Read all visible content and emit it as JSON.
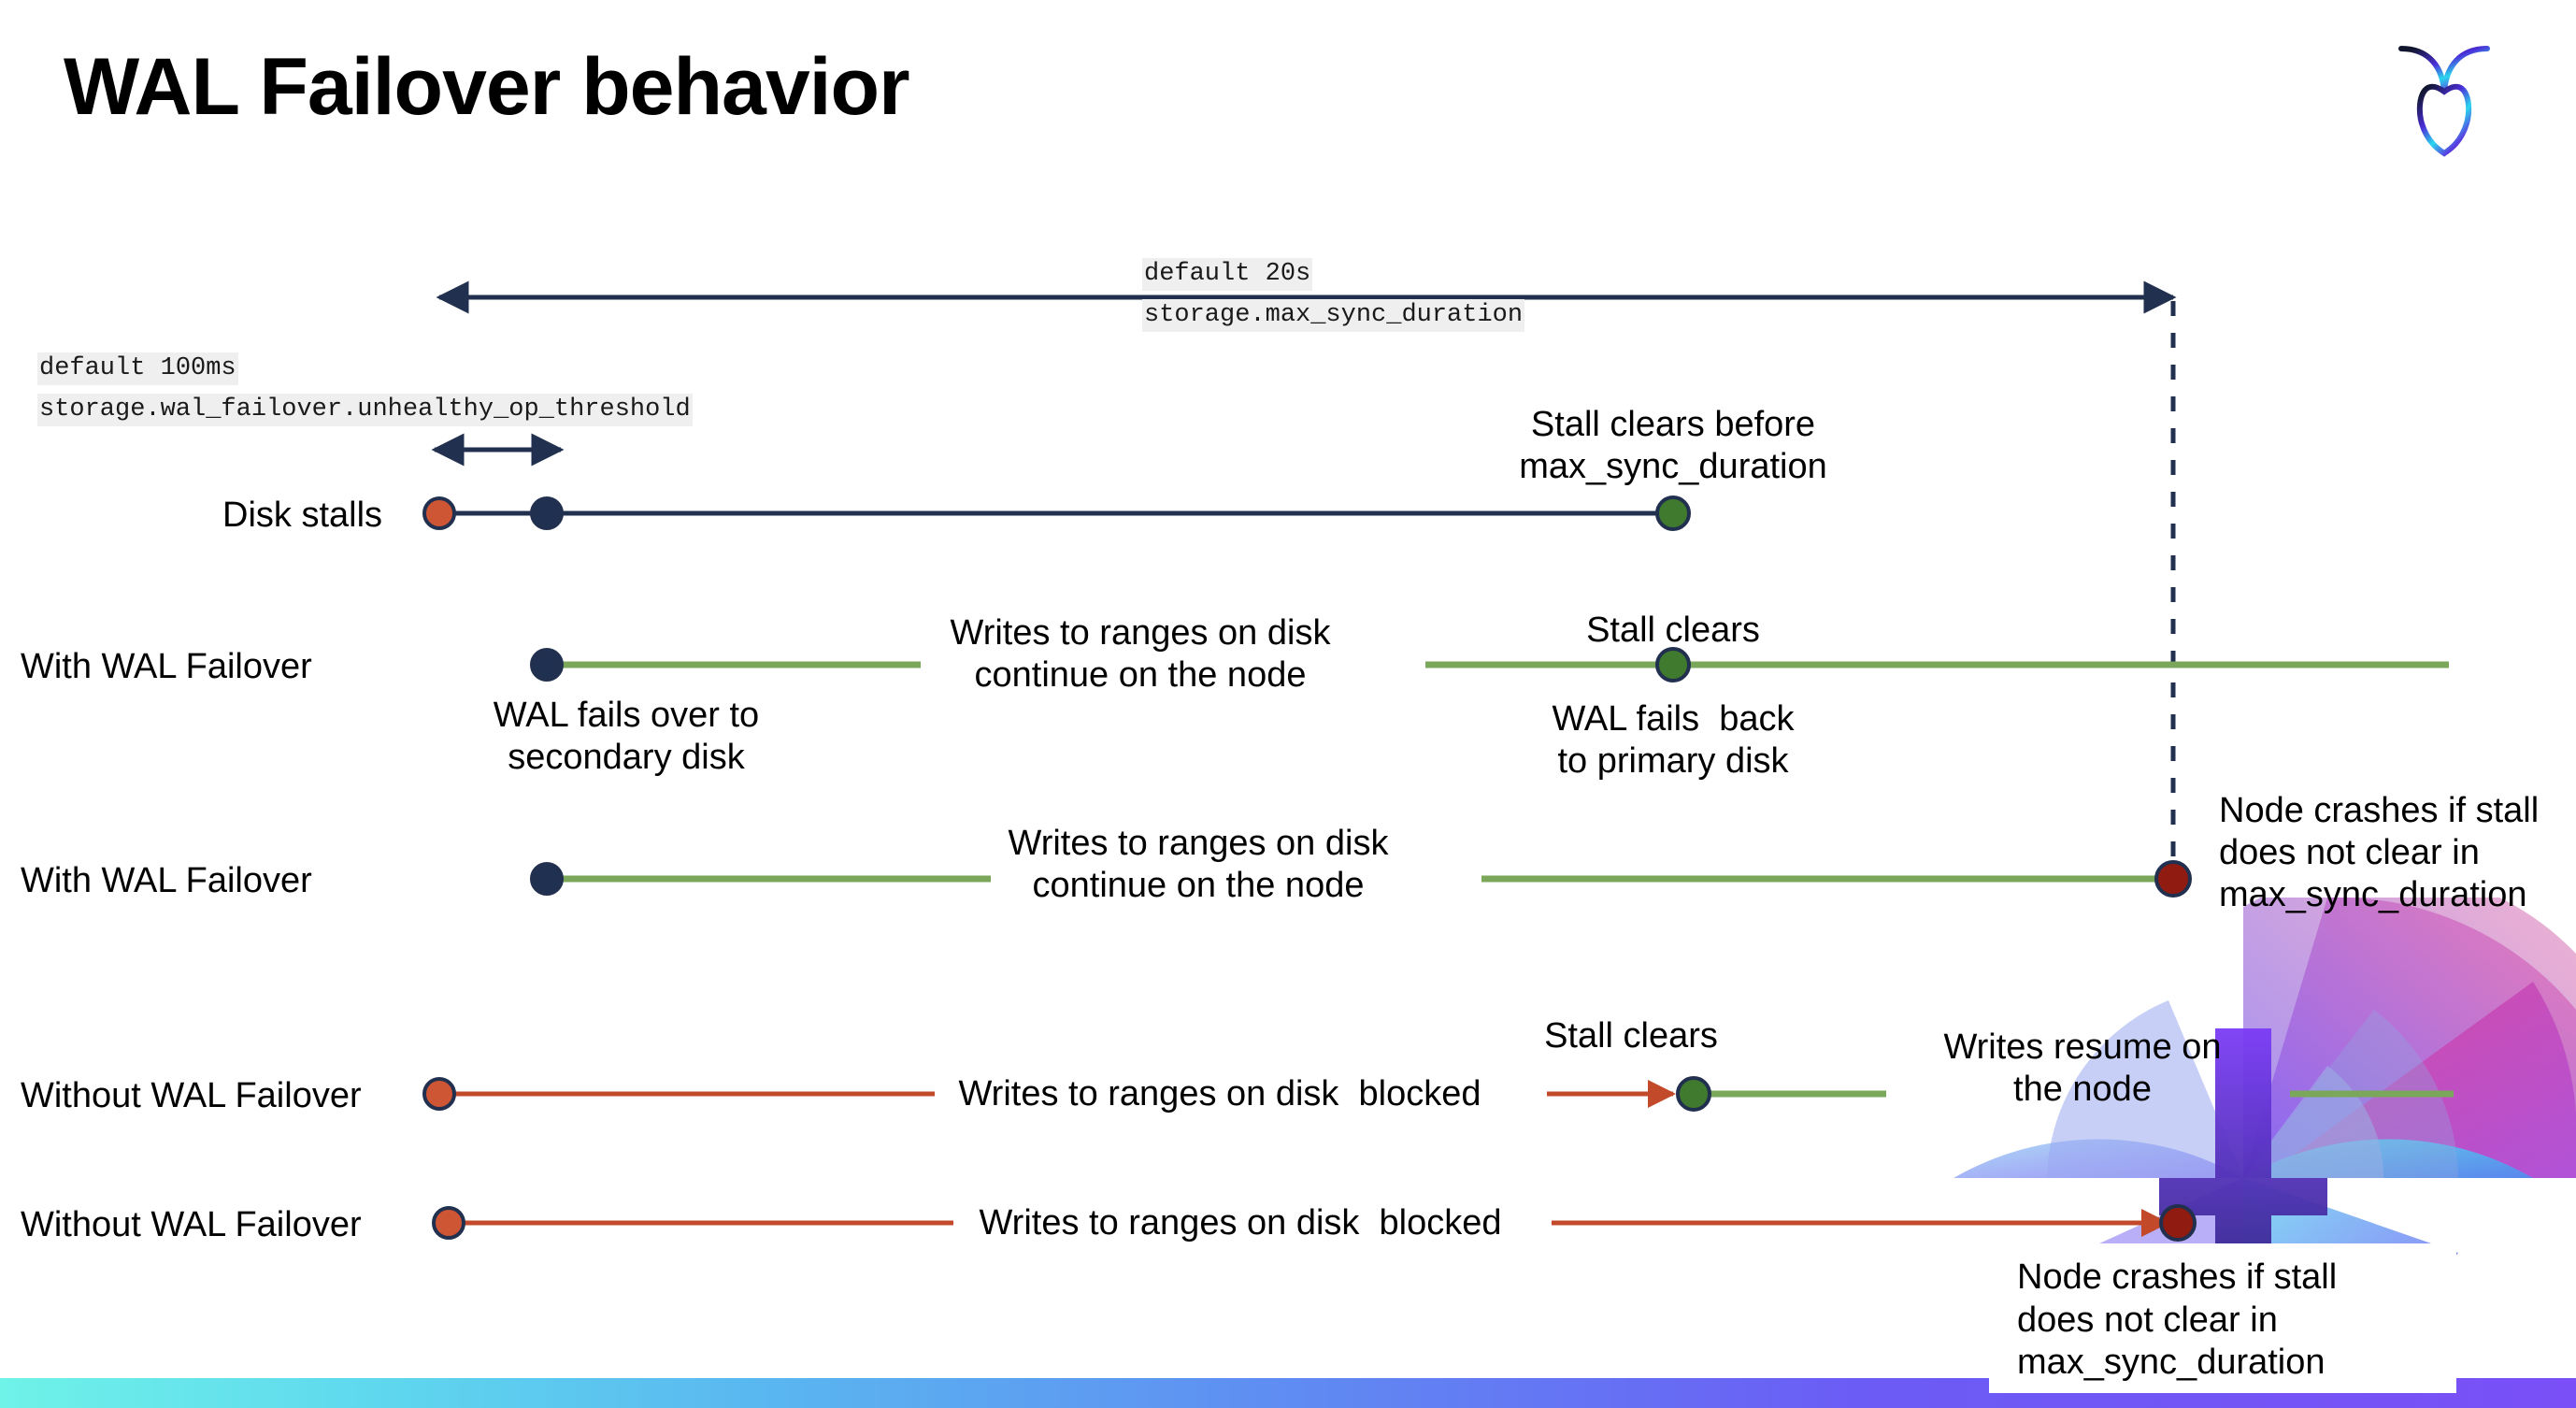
{
  "slide": {
    "title": "WAL Failover behavior",
    "brand_logo": "cockroachdb-logo",
    "background": "#ffffff",
    "accent_bar_gradient": [
      "#6ff2e8",
      "#5f8cf2",
      "#7a4ff7"
    ]
  },
  "colors": {
    "navy": "#22304f",
    "green_line": "#7ba75b",
    "green_dot": "#3f7a2e",
    "red_line": "#c24a2b",
    "orange_dot": "#cf5634",
    "dark_red_dot": "#8f1b11",
    "code_bg": "#efefef",
    "text": "#000000"
  },
  "settings_annotations": [
    {
      "id": "max-sync-duration",
      "default": "default 20s",
      "name": "storage.max_sync_duration"
    },
    {
      "id": "unhealthy-op-threshold",
      "default": "default 100ms",
      "name": "storage.wal_failover.unhealthy_op_threshold"
    }
  ],
  "rows": [
    {
      "id": "disk-stalls",
      "label": "Disk stalls",
      "annotations": [
        "Stall clears before\nmax_sync_duration"
      ]
    },
    {
      "id": "with-wal-failover-clears",
      "label": "With WAL Failover",
      "annotations": [
        "WAL fails over to\nsecondary disk",
        "Writes to ranges on disk\ncontinue on the node",
        "Stall clears",
        "WAL fails  back\nto primary disk"
      ]
    },
    {
      "id": "with-wal-failover-crash",
      "label": "With WAL Failover",
      "annotations": [
        "Writes to ranges on disk\ncontinue on the node",
        "Node crashes if stall\ndoes not clear in\nmax_sync_duration"
      ]
    },
    {
      "id": "without-wal-failover-clears",
      "label": "Without WAL Failover",
      "annotations": [
        "Writes to ranges on disk  blocked",
        "Stall clears",
        "Writes resume on\nthe node"
      ]
    },
    {
      "id": "without-wal-failover-crash",
      "label": "Without WAL Failover",
      "annotations": [
        "Writes to ranges on disk  blocked",
        "Node crashes if stall\ndoes not clear in\nmax_sync_duration"
      ]
    }
  ],
  "texts": {
    "stall_clears_before": "Stall clears before\nmax_sync_duration",
    "wal_fails_over": "WAL fails over to\nsecondary disk",
    "writes_continue": "Writes to ranges on disk\ncontinue on the node",
    "stall_clears": "Stall clears",
    "wal_fails_back": "WAL fails  back\nto primary disk",
    "node_crashes": "Node crashes if stall\ndoes not clear in\nmax_sync_duration",
    "writes_blocked": "Writes to ranges on disk  blocked",
    "writes_resume": "Writes resume on\nthe node"
  }
}
